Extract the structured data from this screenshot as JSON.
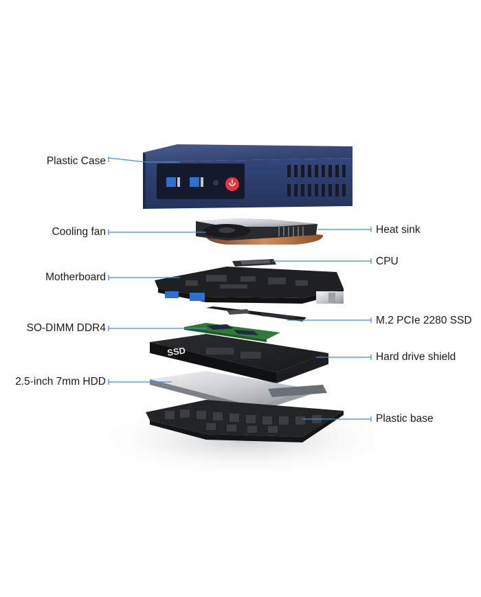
{
  "labels": {
    "plastic_case": "Plastic Case",
    "cooling_fan": "Cooling fan",
    "motherboard": "Motherboard",
    "so_dimm": "SO-DIMM DDR4",
    "hdd": "2.5-inch 7mm HDD",
    "heat_sink": "Heat sink",
    "cpu": "CPU",
    "m2_ssd": "M.2 PCIe 2280 SSD",
    "hdd_shield": "Hard drive shield",
    "plastic_base": "Plastic base"
  },
  "parts": {
    "hdd_shield_text": "SSD"
  },
  "colors": {
    "leader": "#3d8fd9",
    "case_blue": "#2e3f6e",
    "power_red": "#e8353b",
    "board": "#1e2024",
    "ram_green": "#2f7a3a",
    "copper": "#c87a45",
    "usb_blue": "#2f6fd1"
  }
}
